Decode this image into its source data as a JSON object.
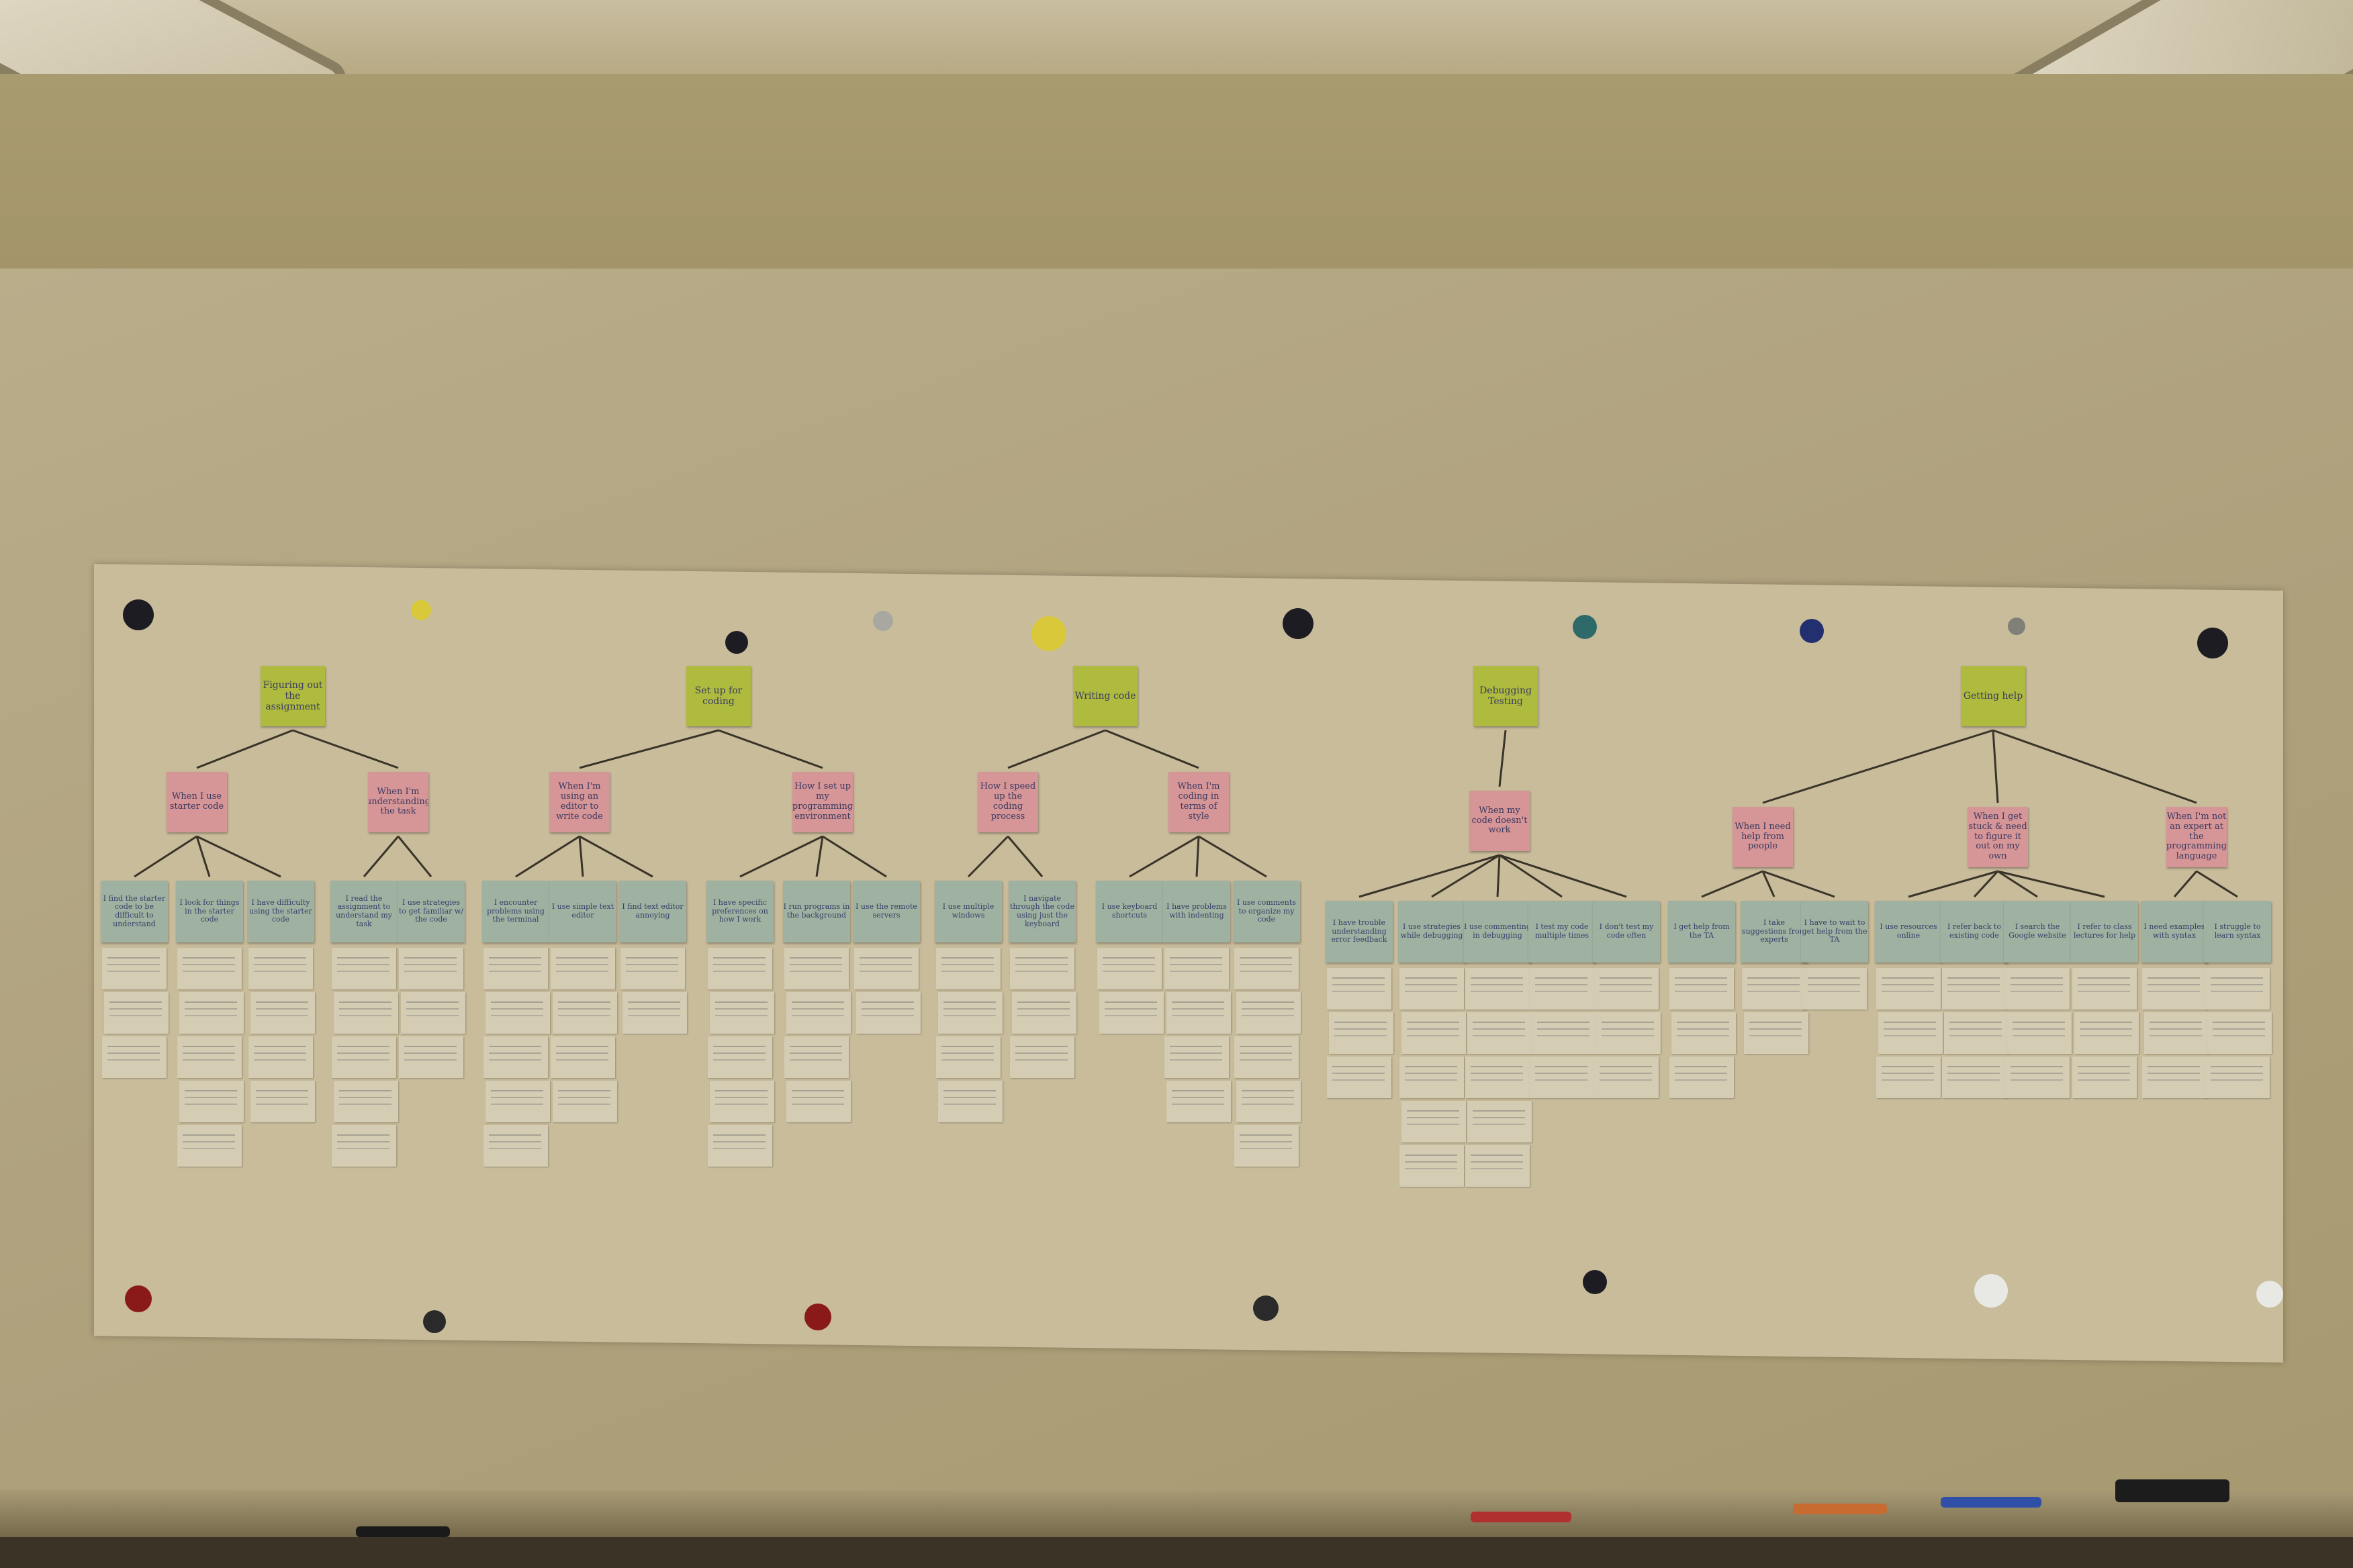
{
  "scene": {
    "description_tag": "whiteboard-affinity-diagram"
  },
  "columns": [
    {
      "title": "Figuring out the assignment",
      "groups": [
        {
          "label": "When I use starter code",
          "notes": [
            "I find the starter code to be difficult to understand",
            "I look for things in the starter code",
            "I have difficulty using the starter code"
          ]
        },
        {
          "label": "When I'm understanding the task",
          "notes": [
            "I read the assignment to understand my task",
            "I use strategies to get familiar w/ the code"
          ]
        }
      ]
    },
    {
      "title": "Set up for coding",
      "groups": [
        {
          "label": "When I'm using an editor to write code",
          "notes": [
            "I encounter problems using the terminal",
            "I use simple text editor",
            "I find text editor annoying"
          ]
        },
        {
          "label": "How I set up my programming environment",
          "notes": [
            "I have specific preferences on how I work",
            "I run programs in the background",
            "I use the remote servers"
          ]
        }
      ]
    },
    {
      "title": "Writing code",
      "groups": [
        {
          "label": "How I speed up the coding process",
          "notes": [
            "I use multiple windows",
            "I navigate through the code using just the keyboard"
          ]
        },
        {
          "label": "When I'm coding in terms of style",
          "notes": [
            "I use keyboard shortcuts",
            "I have problems with indenting",
            "I use comments to organize my code"
          ]
        }
      ]
    },
    {
      "title": "Debugging Testing",
      "groups": [
        {
          "label": "When my code doesn't work",
          "notes": [
            "I have trouble understanding error feedback",
            "I use strategies while debugging",
            "I use commenting in debugging",
            "I test my code multiple times",
            "I don't test my code often"
          ]
        }
      ]
    },
    {
      "title": "Getting help",
      "groups": [
        {
          "label": "When I need help from people",
          "notes": [
            "I get help from the TA",
            "I take suggestions from experts",
            "I have to wait to get help from the TA"
          ]
        },
        {
          "label": "When I get stuck & need to figure it out on my own",
          "notes": [
            "I use resources online",
            "I refer back to existing code",
            "I search the Google website",
            "I refer to class lectures for help"
          ]
        },
        {
          "label": "When I'm not an expert at the programming language",
          "notes": [
            "I need examples with syntax",
            "I struggle to learn syntax"
          ]
        }
      ]
    }
  ]
}
